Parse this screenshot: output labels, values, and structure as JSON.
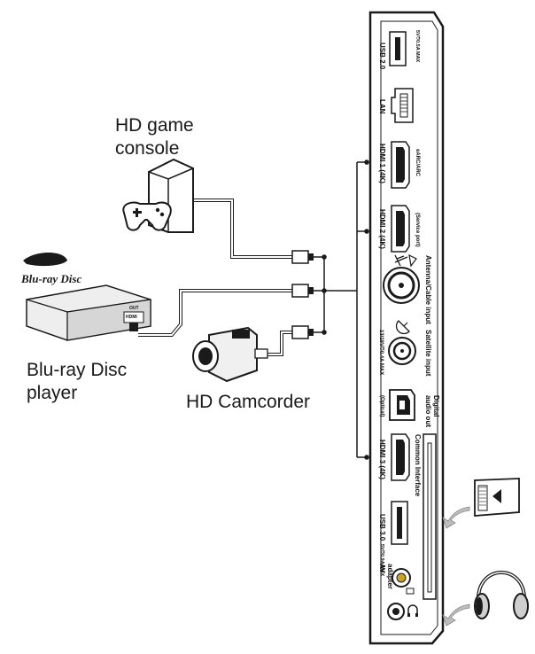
{
  "devices": {
    "game_console": {
      "line1": "HD game",
      "line2": "console"
    },
    "bluray": {
      "line1": "Blu-ray Disc",
      "line2": "player",
      "logo_text": "Blu-ray Disc",
      "box_label_out": "OUT",
      "box_label_hdmi": "HDMI"
    },
    "camcorder": {
      "label": "HD Camcorder"
    }
  },
  "panel": {
    "usb2": {
      "name": "USB 2.0",
      "rating": "5V⎏0.5A MAX"
    },
    "lan": {
      "name": "LAN"
    },
    "hdmi1": {
      "name": "HDMI 1 (4K)",
      "sub": "eARC/ARC"
    },
    "hdmi2": {
      "name": "HDMI 2 (4K)",
      "sub": "(Service port)"
    },
    "antenna": {
      "name": "Antenna/Cable input"
    },
    "satellite": {
      "name": "Satellite input",
      "rating": "13/18V⎏0.4A MAX"
    },
    "digital_audio": {
      "line1": "Digital",
      "line2": "audio out",
      "sub": "(Optical)"
    },
    "hdmi3": {
      "name": "HDMI 3 (4K)"
    },
    "common_interface": {
      "name": "Common Interface"
    },
    "usb3": {
      "name": "USB 3.0",
      "rating": "5V⎏0.9A MAX"
    },
    "av": {
      "line1": "AV",
      "line2": "adapter"
    }
  },
  "colors": {
    "line": "#1a1a1a",
    "panel_fill": "#ffffff",
    "device_fill": "#e8e8e8",
    "device_shade": "#bdbdbd"
  }
}
